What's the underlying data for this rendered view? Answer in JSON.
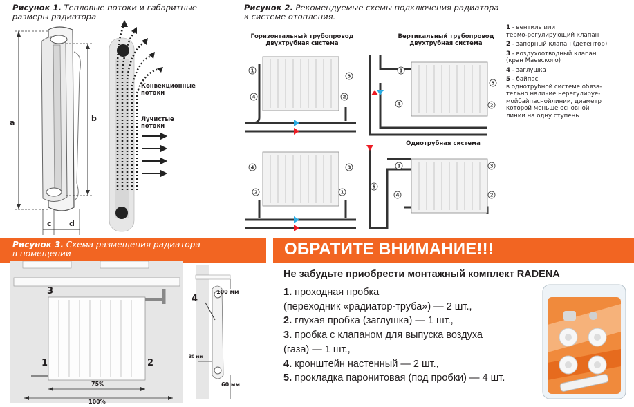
{
  "fig1": {
    "caption_num": "Рисунок 1.",
    "caption_l1": "Тепловые потоки и габаритные",
    "caption_l2": "размеры радиатора",
    "dim_a": "a",
    "dim_b": "b",
    "dim_c": "c",
    "dim_d": "d",
    "convection_l1": "Конвекционные",
    "convection_l2": "потоки",
    "radiant_l1": "Лучистые",
    "radiant_l2": "потоки"
  },
  "fig2": {
    "caption_num": "Рисунок 2.",
    "caption_l1": "Рекомендуемые схемы подключения радиатора",
    "caption_l2": "к системе отопления.",
    "horiz_l1": "Горизонтальный трубопровод",
    "horiz_l2": "двухтрубная система",
    "vert_l1": "Вертикальный трубопровод",
    "vert_l2": "двухтрубная система",
    "single": "Однотрубная система",
    "markers": [
      "1",
      "2",
      "3",
      "4",
      "5"
    ]
  },
  "legend": [
    {
      "num": "1",
      "text": "- вентиль или\nтермо-регулирующий клапан"
    },
    {
      "num": "2",
      "text": "- запорный клапан (детентор)"
    },
    {
      "num": "3",
      "text": "- воздухоотводный клапан\n(кран Маевского)"
    },
    {
      "num": "4",
      "text": "- заглушка"
    },
    {
      "num": "5",
      "text": "- байпас\nв однотрубной системе обяза-\nтельно наличие нерегулируе-\nмойбайпаснойлинии, диаметр\nкоторой меньше основной\nлинии на одну ступень"
    }
  ],
  "fig3": {
    "caption_num": "Рисунок 3.",
    "caption_l1": "Схема размещения радиатора",
    "caption_l2": "в помещении",
    "pct_75": "75%",
    "pct_100": "100%",
    "mm_100": "100 мм",
    "mm_30": "30 мм",
    "mm_60": "60 мм",
    "num1": "1",
    "num2": "2",
    "num3": "3",
    "num4": "4"
  },
  "notice": {
    "title": "ОБРАТИТЕ ВНИМАНИЕ!!!",
    "subtitle": "Не забудьте приобрести монтажный комплект RADENA",
    "items": [
      {
        "num": "1.",
        "text": "проходная пробка\n(переходник «радиатор-труба») — 2 шт.,"
      },
      {
        "num": "2.",
        "text": "глухая пробка (заглушка) — 1 шт.,"
      },
      {
        "num": "3.",
        "text": "пробка с клапаном для выпуска воздуха\n(газа) — 1 шт.,"
      },
      {
        "num": "4.",
        "text": "кронштейн настенный — 2 шт.,"
      },
      {
        "num": "5.",
        "text": "прокладка паронитовая (под пробки) — 4 шт."
      }
    ]
  },
  "colors": {
    "accent": "#f26522",
    "arrow_blue": "#29abe2",
    "arrow_red": "#ed1c24"
  }
}
